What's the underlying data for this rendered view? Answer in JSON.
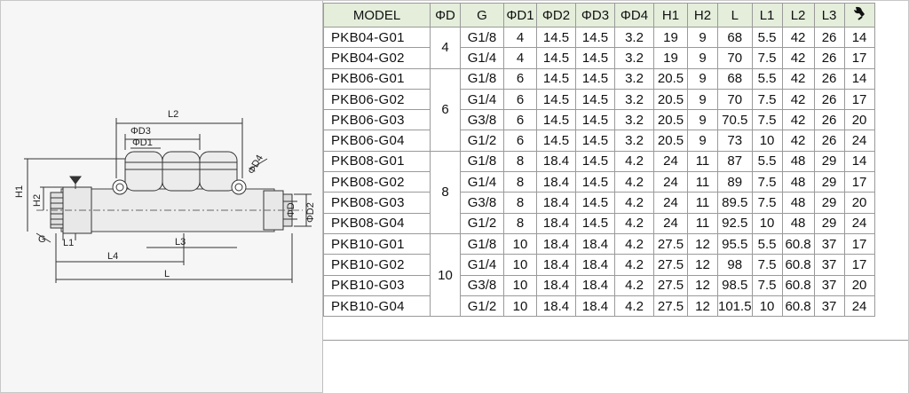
{
  "table": {
    "headers": [
      "MODEL",
      "ΦD",
      "G",
      "ΦD1",
      "ΦD2",
      "ΦD3",
      "ΦD4",
      "H1",
      "H2",
      "L",
      "L1",
      "L2",
      "L3",
      "wrench-icon"
    ],
    "groups": [
      {
        "d": "4",
        "rows": [
          [
            "PKB04-G01",
            "G1/8",
            "4",
            "14.5",
            "14.5",
            "3.2",
            "19",
            "9",
            "68",
            "5.5",
            "42",
            "26",
            "14"
          ],
          [
            "PKB04-G02",
            "G1/4",
            "4",
            "14.5",
            "14.5",
            "3.2",
            "19",
            "9",
            "70",
            "7.5",
            "42",
            "26",
            "17"
          ]
        ]
      },
      {
        "d": "6",
        "rows": [
          [
            "PKB06-G01",
            "G1/8",
            "6",
            "14.5",
            "14.5",
            "3.2",
            "20.5",
            "9",
            "68",
            "5.5",
            "42",
            "26",
            "14"
          ],
          [
            "PKB06-G02",
            "G1/4",
            "6",
            "14.5",
            "14.5",
            "3.2",
            "20.5",
            "9",
            "70",
            "7.5",
            "42",
            "26",
            "17"
          ],
          [
            "PKB06-G03",
            "G3/8",
            "6",
            "14.5",
            "14.5",
            "3.2",
            "20.5",
            "9",
            "70.5",
            "7.5",
            "42",
            "26",
            "20"
          ],
          [
            "PKB06-G04",
            "G1/2",
            "6",
            "14.5",
            "14.5",
            "3.2",
            "20.5",
            "9",
            "73",
            "10",
            "42",
            "26",
            "24"
          ]
        ]
      },
      {
        "d": "8",
        "rows": [
          [
            "PKB08-G01",
            "G1/8",
            "8",
            "18.4",
            "14.5",
            "4.2",
            "24",
            "11",
            "87",
            "5.5",
            "48",
            "29",
            "14"
          ],
          [
            "PKB08-G02",
            "G1/4",
            "8",
            "18.4",
            "14.5",
            "4.2",
            "24",
            "11",
            "89",
            "7.5",
            "48",
            "29",
            "17"
          ],
          [
            "PKB08-G03",
            "G3/8",
            "8",
            "18.4",
            "14.5",
            "4.2",
            "24",
            "11",
            "89.5",
            "7.5",
            "48",
            "29",
            "20"
          ],
          [
            "PKB08-G04",
            "G1/2",
            "8",
            "18.4",
            "14.5",
            "4.2",
            "24",
            "11",
            "92.5",
            "10",
            "48",
            "29",
            "24"
          ]
        ]
      },
      {
        "d": "10",
        "rows": [
          [
            "PKB10-G01",
            "G1/8",
            "10",
            "18.4",
            "18.4",
            "4.2",
            "27.5",
            "12",
            "95.5",
            "5.5",
            "60.8",
            "37",
            "17"
          ],
          [
            "PKB10-G02",
            "G1/4",
            "10",
            "18.4",
            "18.4",
            "4.2",
            "27.5",
            "12",
            "98",
            "7.5",
            "60.8",
            "37",
            "17"
          ],
          [
            "PKB10-G03",
            "G3/8",
            "10",
            "18.4",
            "18.4",
            "4.2",
            "27.5",
            "12",
            "98.5",
            "7.5",
            "60.8",
            "37",
            "20"
          ],
          [
            "PKB10-G04",
            "G1/2",
            "10",
            "18.4",
            "18.4",
            "4.2",
            "27.5",
            "12",
            "101.5",
            "10",
            "60.8",
            "37",
            "24"
          ]
        ]
      }
    ]
  },
  "drawing": {
    "labels": {
      "l2": "L2",
      "d3": "ΦD3",
      "d1": "ΦD1",
      "d4": "ΦD4",
      "h1": "H1",
      "h2": "H2",
      "g": "G",
      "l1": "L1",
      "l3": "L3",
      "l4": "L4",
      "l": "L",
      "d": "ΦD",
      "d2": "ΦD2"
    }
  }
}
